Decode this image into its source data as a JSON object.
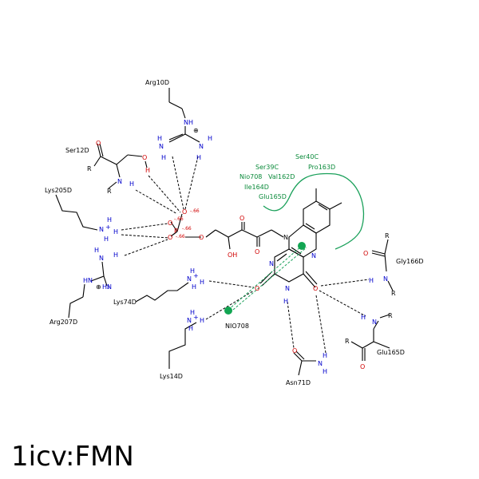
{
  "title": "1icv:FMN",
  "residues": {
    "arg10d": "Arg10D",
    "ser12d": "Ser12D",
    "lys205d": "Lys205D",
    "arg207d": "Arg207D",
    "lys74d": "Lys74D",
    "lys14d": "Lys14D",
    "asn71d": "Asn71D",
    "glu165d": "Glu165D",
    "gly166d": "Gly166D",
    "nio708": "NIO708"
  },
  "hydrophobic": {
    "ser40c": "Ser40C",
    "ser39c": "Ser39C",
    "pro163d": "Pro163D",
    "nio708": "Nio708",
    "val162d": "Val162D",
    "ile164d": "Ile164D",
    "glu165d": "Glu165D"
  },
  "charges": {
    "o1": "-.66",
    "o2": "-.66",
    "o3": "-.66",
    "o4": "-.66"
  },
  "colors": {
    "nitrogen": "#0000cc",
    "oxygen": "#d00000",
    "hydrophobic": "#0a8a3a",
    "pi_marker": "#12a552"
  }
}
